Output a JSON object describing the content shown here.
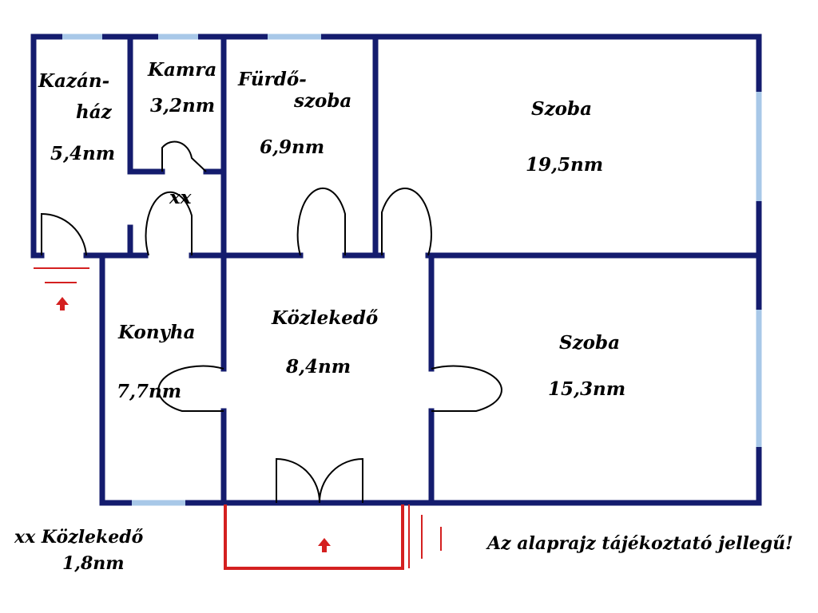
{
  "rooms": {
    "kazanhaz": {
      "name_line1": "Kazán-",
      "name_line2": "ház",
      "area": "5,4nm"
    },
    "kamra": {
      "name": "Kamra",
      "area": "3,2nm"
    },
    "furdo": {
      "name_line1": "Fürdő-",
      "name_line2": "szoba",
      "area": "6,9nm"
    },
    "szoba1": {
      "name": "Szoba",
      "area": "19,5nm"
    },
    "xx": {
      "name": "xx"
    },
    "konyha": {
      "name": "Konyha",
      "area": "7,7nm"
    },
    "kozlekedo": {
      "name": "Közlekedő",
      "area": "8,4nm"
    },
    "szoba2": {
      "name": "Szoba",
      "area": "15,3nm"
    }
  },
  "legend": {
    "line1": "xx Közlekedő",
    "line2": "1,8nm"
  },
  "disclaimer": "Az alaprajz tájékoztató jellegű!",
  "colors": {
    "wall": "#141c6e",
    "window": "#a8c8e8",
    "entrance": "#d42020"
  }
}
